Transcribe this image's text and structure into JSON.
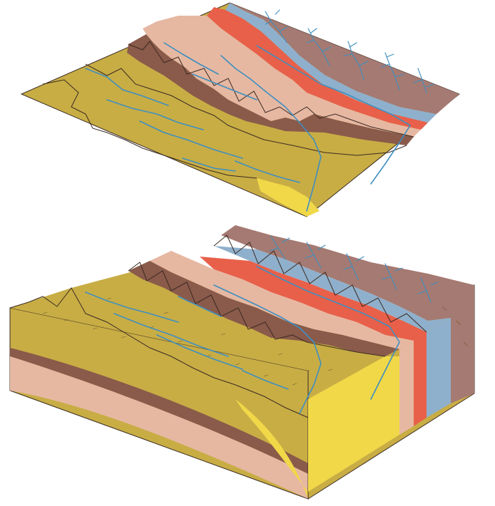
{
  "figure": {
    "description_panels": [
      "top-map-view",
      "bottom-block-diagram"
    ],
    "colors": {
      "olive_lowland": "#c8ad45",
      "yellow_bed": "#f0d848",
      "dark_brown_bed": "#8a5a4a",
      "tan_bed": "#e6b8a2",
      "red_bed": "#e8604a",
      "blue_bed": "#8fb0cc",
      "mauve_upland": "#a57a72",
      "river": "#3e8fc0",
      "outline": "#3a2a22"
    },
    "icons": [
      "stream-network",
      "cuesta-escarpments",
      "rock-strata"
    ]
  }
}
